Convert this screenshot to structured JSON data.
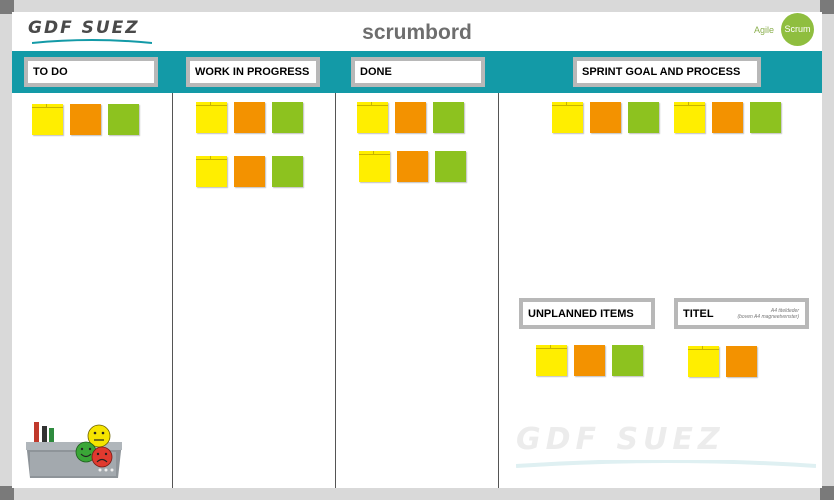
{
  "board": {
    "title": "scrumbord",
    "logo_text": "GDF SUEZ",
    "watermark_text": "GDF SUEZ",
    "agile_badge": {
      "word": "Agile",
      "circle": "Scrum"
    }
  },
  "columns": [
    {
      "label": "TO DO"
    },
    {
      "label": "WORK IN PROGRESS"
    },
    {
      "label": "DONE"
    },
    {
      "label": "SPRINT GOAL AND PROCESS"
    }
  ],
  "sub_headers": [
    {
      "label": "UNPLANNED ITEMS"
    },
    {
      "label": "TITEL",
      "note_line1": "A4 titeldeder",
      "note_line2": "(boven A4 magneetvenster)"
    }
  ],
  "colors": {
    "teal_band": "#139aa7",
    "yellow_note": "#ffee00",
    "orange_note": "#f39200",
    "green_note": "#8dc21f",
    "frame": "#b8b8b8"
  },
  "icons": [
    "smiley-happy-icon",
    "smiley-neutral-icon",
    "smiley-sad-icon",
    "marker-holder-icon"
  ]
}
